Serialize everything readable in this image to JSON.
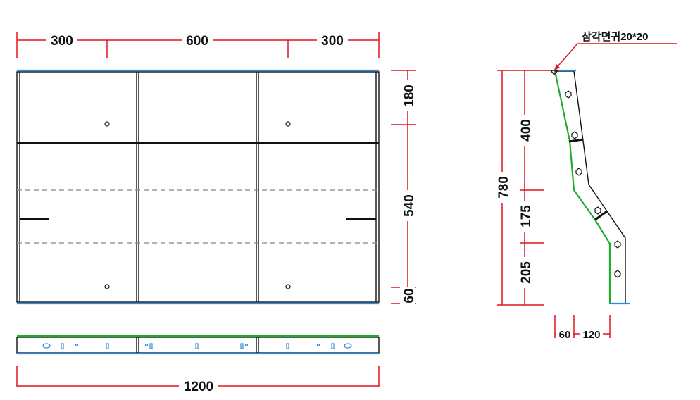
{
  "dimensions": {
    "top_left": "300",
    "top_middle": "600",
    "top_right": "300",
    "right_top": "180",
    "right_middle": "540",
    "right_bottom": "60",
    "bottom_total": "1200",
    "side_total": "780",
    "side_upper": "400",
    "side_middle": "175",
    "side_lower": "205",
    "side_offset_a": "60",
    "side_offset_b": "120"
  },
  "annotation": {
    "chamfer_note": "삼각면귀20*20"
  },
  "colors": {
    "dimension": "#e0141e",
    "outline": "#111111",
    "edge_blue": "#2a8be0",
    "edge_green": "#1fae2a",
    "hidden_line": "#888888"
  }
}
